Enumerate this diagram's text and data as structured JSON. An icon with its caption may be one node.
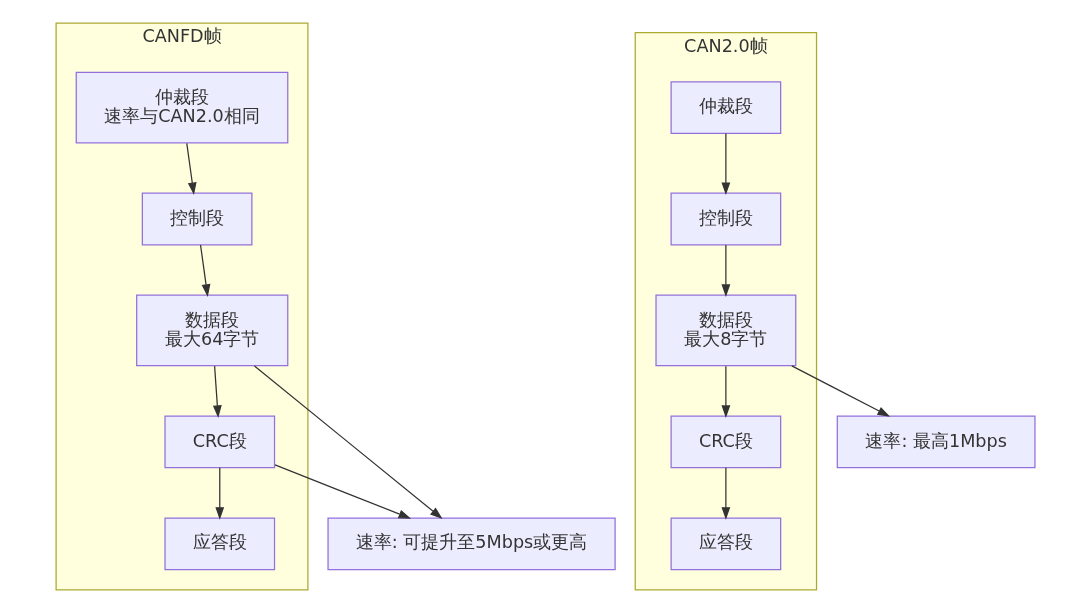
{
  "diagram": {
    "nodes": [
      {
        "text": [
          "CANFD帧"
        ]
      },
      {
        "text": [
          "仲裁段",
          "速率与CAN2.0相同"
        ],
        "in": 0
      },
      {
        "text": [
          "控制段"
        ],
        "in": 0
      },
      {
        "text": [
          "数据段",
          "最大64字节"
        ],
        "in": 0
      },
      {
        "text": [
          "CRC段"
        ],
        "in": 0
      },
      {
        "text": [
          "应答段"
        ],
        "in": 0
      },
      {
        "text": [
          "速率: 可提升至5Mbps或更高"
        ]
      },
      {
        "text": [
          "CAN2.0帧"
        ]
      },
      {
        "text": [
          "仲裁段"
        ],
        "in": 7
      },
      {
        "text": [
          "控制段"
        ],
        "in": 7
      },
      {
        "text": [
          "数据段",
          "最大8字节"
        ],
        "in": 7
      },
      {
        "text": [
          "CRC段"
        ],
        "in": 7
      },
      {
        "text": [
          "应答段"
        ],
        "in": 7
      },
      {
        "text": [
          "速率: 最高1Mbps"
        ]
      }
    ],
    "edges": [
      {
        "from": 1,
        "to": 2,
        "arrow": "to"
      },
      {
        "from": 2,
        "to": 3,
        "arrow": "to"
      },
      {
        "from": 3,
        "to": 4,
        "arrow": "to"
      },
      {
        "from": 4,
        "to": 5,
        "arrow": "to"
      },
      {
        "from": 3,
        "to": 6,
        "arrow": "to"
      },
      {
        "from": 4,
        "to": 6,
        "arrow": "to"
      },
      {
        "from": 8,
        "to": 9,
        "arrow": "to"
      },
      {
        "from": 9,
        "to": 10,
        "arrow": "to"
      },
      {
        "from": 10,
        "to": 11,
        "arrow": "to"
      },
      {
        "from": 11,
        "to": 12,
        "arrow": "to"
      },
      {
        "from": 10,
        "to": 13,
        "arrow": "to"
      }
    ]
  }
}
